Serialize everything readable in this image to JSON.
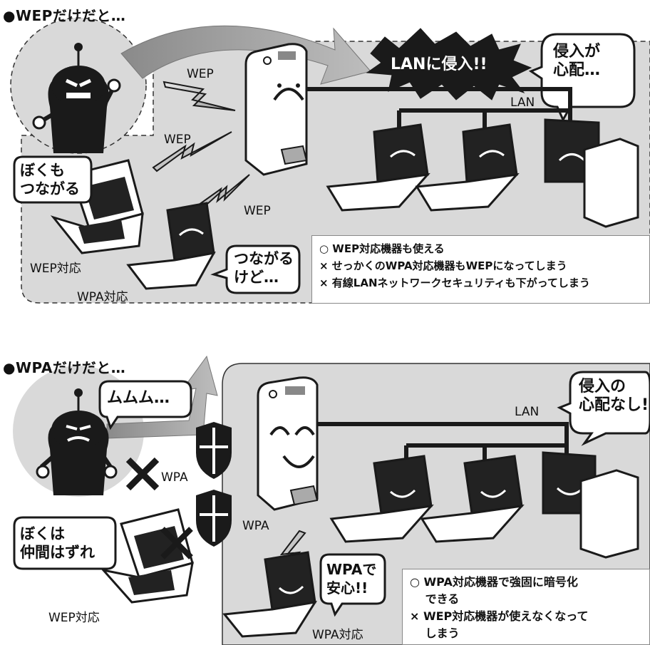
{
  "section1": {
    "heading": "●WEPだけだと…",
    "alert": "LANに侵入!!",
    "bubble_worry": "侵入が\n心配…",
    "bubble_ds": "ぼくも\nつながる",
    "bubble_laptop": "つながる\nけど…",
    "label_wep_1": "WEP",
    "label_wep_2": "WEP",
    "label_wep_3": "WEP",
    "label_lan": "LAN",
    "label_wep_device": "WEP対応",
    "label_wpa_device": "WPA対応",
    "notes": [
      "○ WEP対応機器も使える",
      "× せっかくのWPA対応機器もWEPになってしまう",
      "× 有線LANネットワークセキュリティも下がってしまう"
    ]
  },
  "section2": {
    "heading": "●WPAだけだと…",
    "bubble_hacker": "ムムム…",
    "bubble_safe": "侵入の\n心配なし!!",
    "bubble_ds": "ぼくは\n仲間はずれ",
    "bubble_laptop": "WPAで\n安心!!",
    "label_wpa_1": "WPA",
    "label_wpa_2": "WPA",
    "label_lan": "LAN",
    "label_wep_device": "WEP対応",
    "label_wpa_device": "WPA対応",
    "notes": [
      "○ WPA対応機器で強固に暗号化",
      "　 できる",
      "× WEP対応機器が使えなくなって",
      "　 しまう"
    ]
  },
  "colors": {
    "panel": "#d9d9d9",
    "dark": "#1a1a1a",
    "arrow": "#9a9a9a"
  }
}
